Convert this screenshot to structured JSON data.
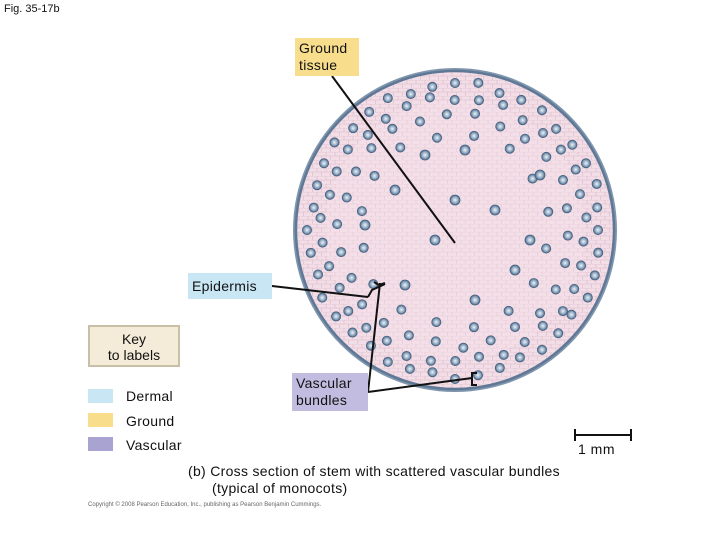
{
  "figure_label": "Fig. 35-17b",
  "labels": {
    "ground_tissue": [
      "Ground",
      "tissue"
    ],
    "epidermis": "Epidermis",
    "vascular_bundles": [
      "Vascular",
      "bundles"
    ]
  },
  "key": {
    "title": [
      "Key",
      "to labels"
    ],
    "items": [
      {
        "label": "Dermal",
        "color": "#c9e6f5"
      },
      {
        "label": "Ground",
        "color": "#f8de8c"
      },
      {
        "label": "Vascular",
        "color": "#a9a3d1"
      }
    ]
  },
  "scale_bar": "1 mm",
  "caption": [
    "(b) Cross section of stem with scattered vascular bundles",
    "(typical of monocots)"
  ],
  "copyright": "Copyright © 2008 Pearson Education, Inc., publishing as Pearson Benjamin Cummings."
}
